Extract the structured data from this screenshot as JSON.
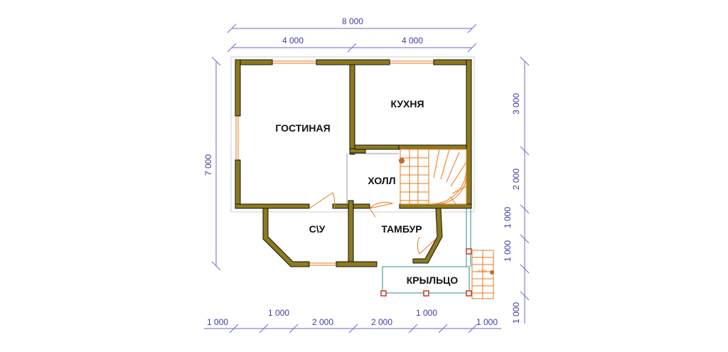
{
  "colors": {
    "wall": "#8c7a1d",
    "dimension": "#3b3ba8",
    "stair": "#e8771b",
    "terrace": "#2f8a8a",
    "post": "#c0392b"
  },
  "rooms": {
    "living": "ГОСТИНАЯ",
    "kitchen": "КУХНЯ",
    "hall": "ХОЛЛ",
    "bathroom": "С\\У",
    "vestibule": "ТАМБУР",
    "porch": "КРЫЛЬЦО"
  },
  "dimensions": {
    "total_width": "8 000",
    "top_left": "4 000",
    "top_right": "4 000",
    "left_height": "7 000",
    "right_1": "3 000",
    "right_2": "2 000",
    "right_3": "1 000",
    "right_4": "1 000",
    "right_5": "1 000",
    "bottom_1": "1 000",
    "bottom_2": "1 000",
    "bottom_3": "2 000",
    "bottom_4": "2 000",
    "bottom_5": "1 000",
    "bottom_6": "1 000"
  },
  "stair_label": "2 000"
}
